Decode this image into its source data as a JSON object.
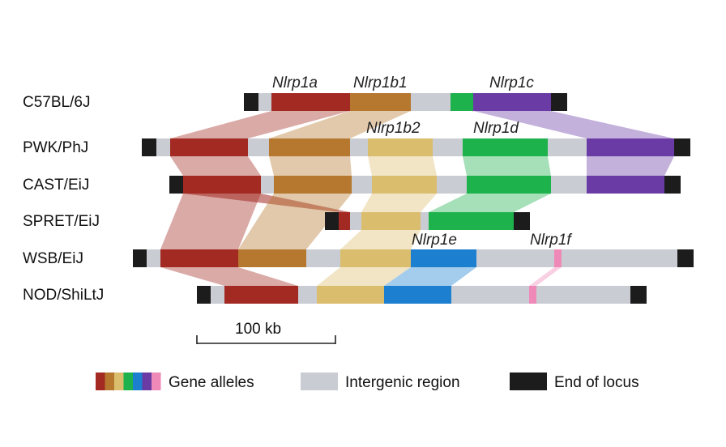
{
  "strains": [
    "C57BL/6J",
    "PWK/PhJ",
    "CAST/EiJ",
    "SPRET/EiJ",
    "WSB/EiJ",
    "NOD/ShiLtJ"
  ],
  "genes": [
    "Nlrp1a",
    "Nlrp1b1",
    "Nlrp1c",
    "Nlrp1b2",
    "Nlrp1d",
    "Nlrp1e",
    "Nlrp1f"
  ],
  "scale_label": "100 kb",
  "legend": {
    "gene_alleles": "Gene alleles",
    "intergenic": "Intergenic region",
    "end_of_locus": "End of locus"
  },
  "colors": {
    "end": "#1c1c1c",
    "intergenic": "#c9ccd2",
    "nlrp1a": "#a32a23",
    "nlrp1b1": "#b6772e",
    "nlrp1b2": "#dbbd6e",
    "nlrp1d": "#1eb24d",
    "nlrp1c": "#6a3ba4",
    "nlrp1e": "#1c7fd0",
    "nlrp1f": "#ef8ab8"
  }
}
